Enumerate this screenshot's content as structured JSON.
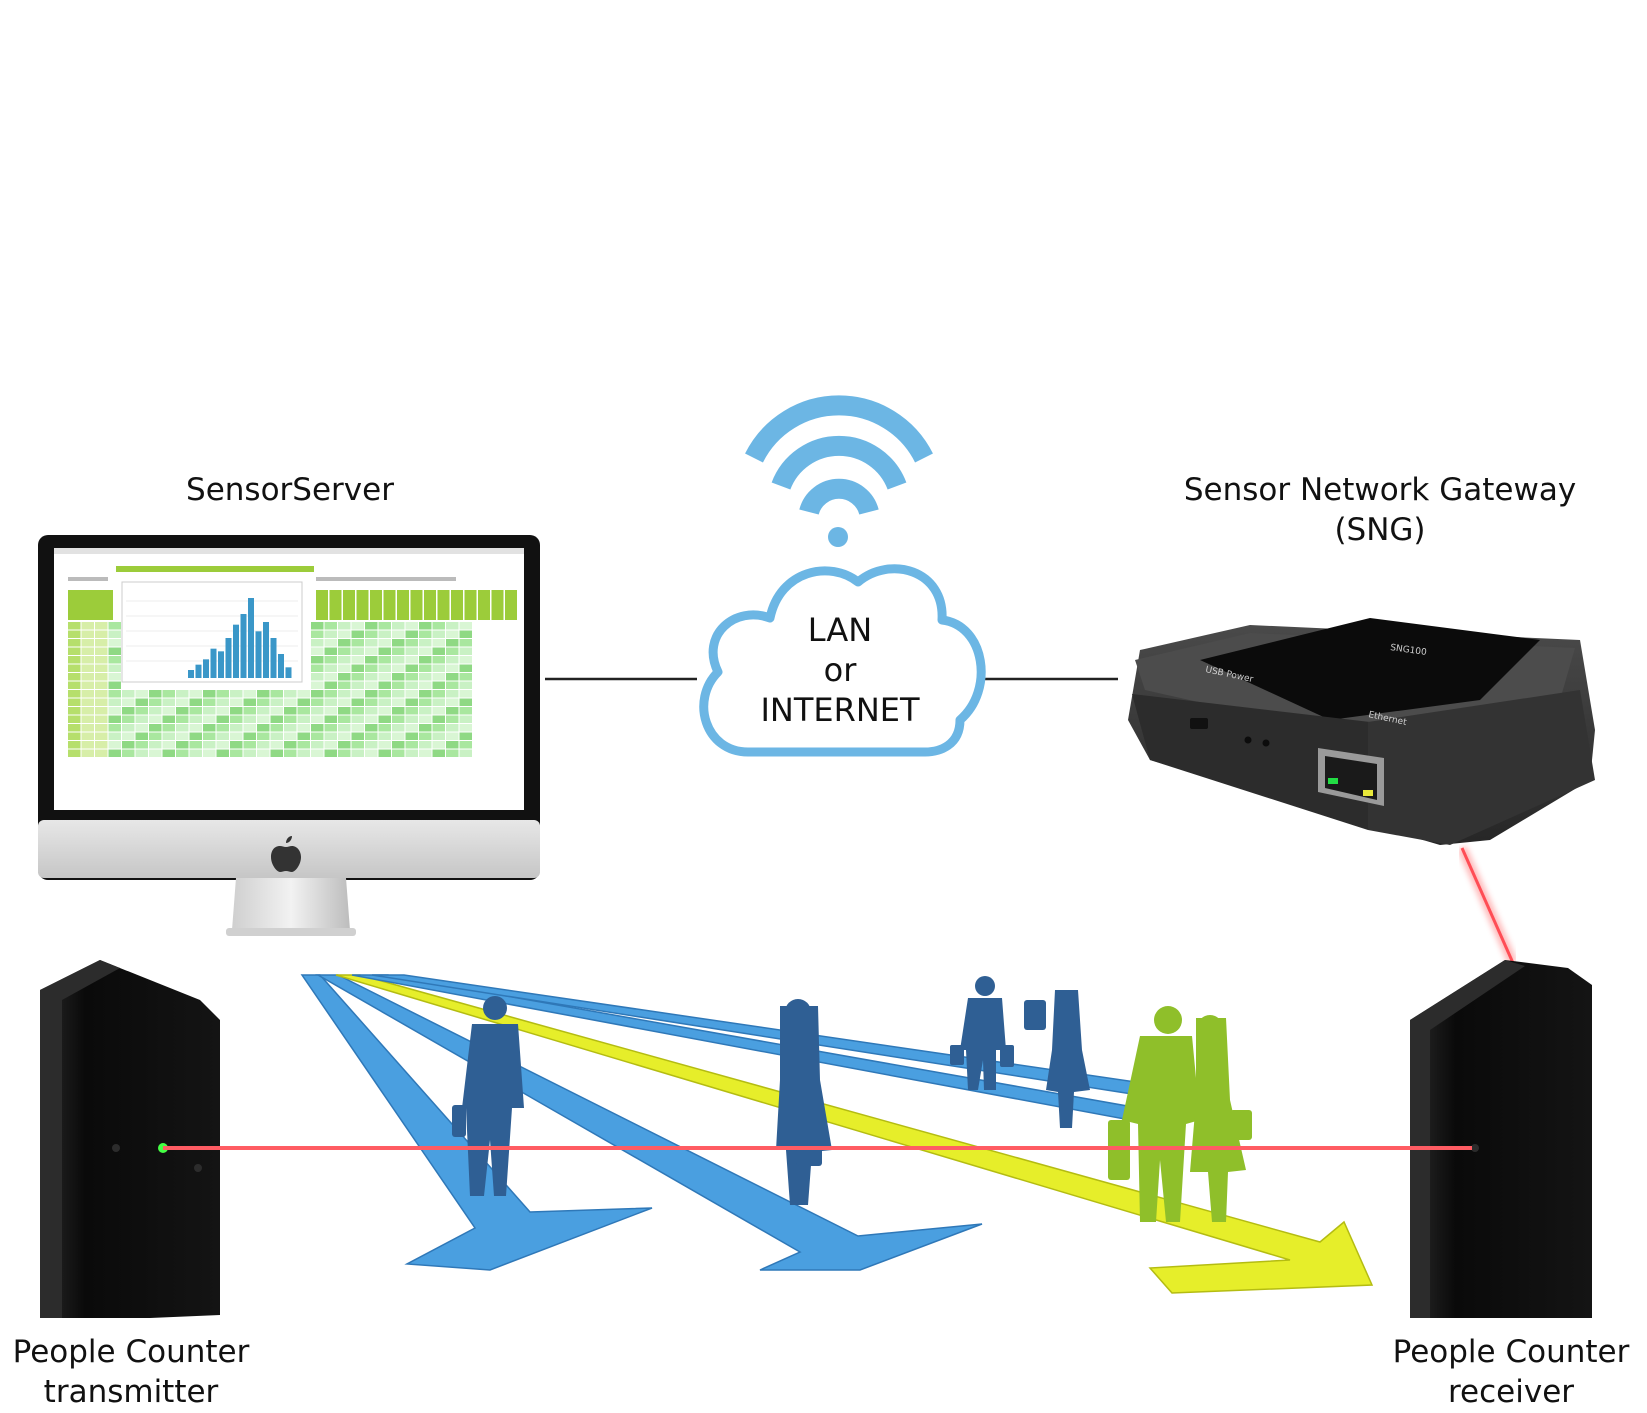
{
  "labels": {
    "server": "SensorServer",
    "gateway_line1": "Sensor Network Gateway",
    "gateway_line2": "(SNG)",
    "cloud_line1": "LAN",
    "cloud_line2": "or",
    "cloud_line3": "INTERNET",
    "transmitter_line1": "People Counter",
    "transmitter_line2": "transmitter",
    "receiver_line1": "People Counter",
    "receiver_line2": "receiver",
    "device_brand": "SNG100",
    "port_usb": "USB Power",
    "port_ethernet": "Ethernet"
  },
  "colors": {
    "wifi": "#6cb6e4",
    "cloud_stroke": "#6cb6e4",
    "arrow_blue": "#4a9fe0",
    "arrow_yellow": "#e6ee2a",
    "people_blue": "#2f5f94",
    "people_green": "#8fbf2a",
    "beam": "#ff6b6b",
    "sensor_body": "#0d0d0d",
    "gateway_body": "#3a3a3a"
  },
  "icons": [
    "wifi-icon",
    "cloud-icon",
    "apple-logo-icon",
    "led-icon",
    "ethernet-port-icon"
  ],
  "screen_chart": {
    "bars": [
      6,
      10,
      14,
      22,
      20,
      30,
      40,
      48,
      60,
      35,
      42,
      30,
      18,
      8
    ]
  }
}
